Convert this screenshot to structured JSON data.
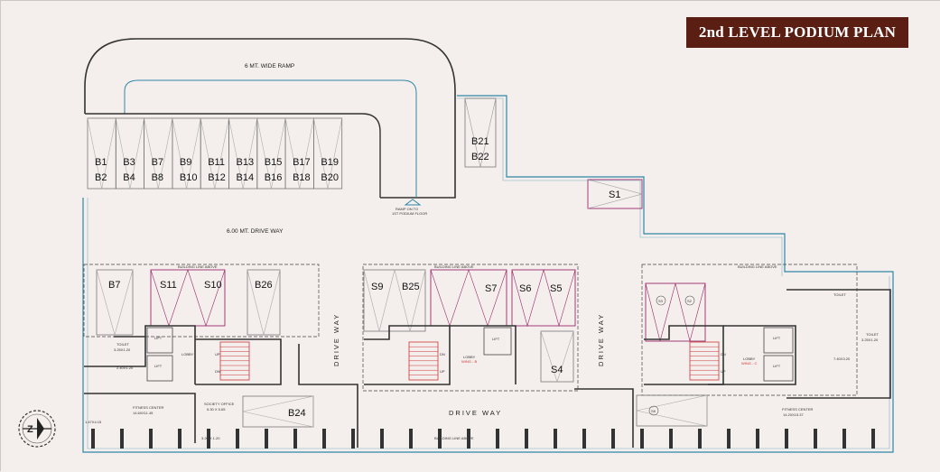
{
  "title": "2nd LEVEL PODIUM PLAN",
  "labels": {
    "ramp": "6 MT. WIDE RAMP",
    "driveway_top": "6.00 MT. DRIVE WAY",
    "ramp_note_1": "RAMP ON TO",
    "ramp_note_2": "1ST PODIUM FLOOR",
    "drive_way": "DRIVE WAY",
    "building_line": "BUILDING LINE ABOVE",
    "fitness_center": "FITNESS CENTER",
    "fitness_size_left": "14.60X11.45",
    "fitness_size_right": "14.20X15.37",
    "society_office": "SOCIETY OFFICE",
    "society_size": "5.30 X 5.65",
    "toilet": "TOILET",
    "lift": "LIFT",
    "lobby": "LOBBY",
    "up": "UP",
    "dn": "DN",
    "wing_b": "WING - B",
    "wing_c": "WING - C",
    "dim_1": "3.25X1.20",
    "dim_2": "2.40X1.20",
    "dim_3": "1.47X4.15",
    "dim_4": "3.20 X 1.20",
    "dim_5": "7.40X3.20"
  },
  "spaces": {
    "b_ramp_top": [
      "B1",
      "B3",
      "B7",
      "B9",
      "B11",
      "B13",
      "B15",
      "B17",
      "B19"
    ],
    "b_ramp_bottom": [
      "B2",
      "B4",
      "B8",
      "B10",
      "B12",
      "B14",
      "B16",
      "B18",
      "B20"
    ],
    "b21": "B21",
    "b22": "B22",
    "s1": "S1",
    "left_block": [
      "B7",
      "S11",
      "S10",
      "B26"
    ],
    "mid_block": [
      "S9",
      "B25",
      "S7",
      "S6",
      "S5"
    ],
    "s4": "S4",
    "b24": "B24",
    "circle_labels": [
      "S3",
      "S2",
      "S8"
    ]
  },
  "colors": {
    "wall": "#3a3a3a",
    "water_line": "#2f86a6",
    "bay_outline": "#7a7a7a",
    "magenta": "#9b2b6a",
    "title_bg": "#5a1e12",
    "red_stair": "#c33"
  }
}
